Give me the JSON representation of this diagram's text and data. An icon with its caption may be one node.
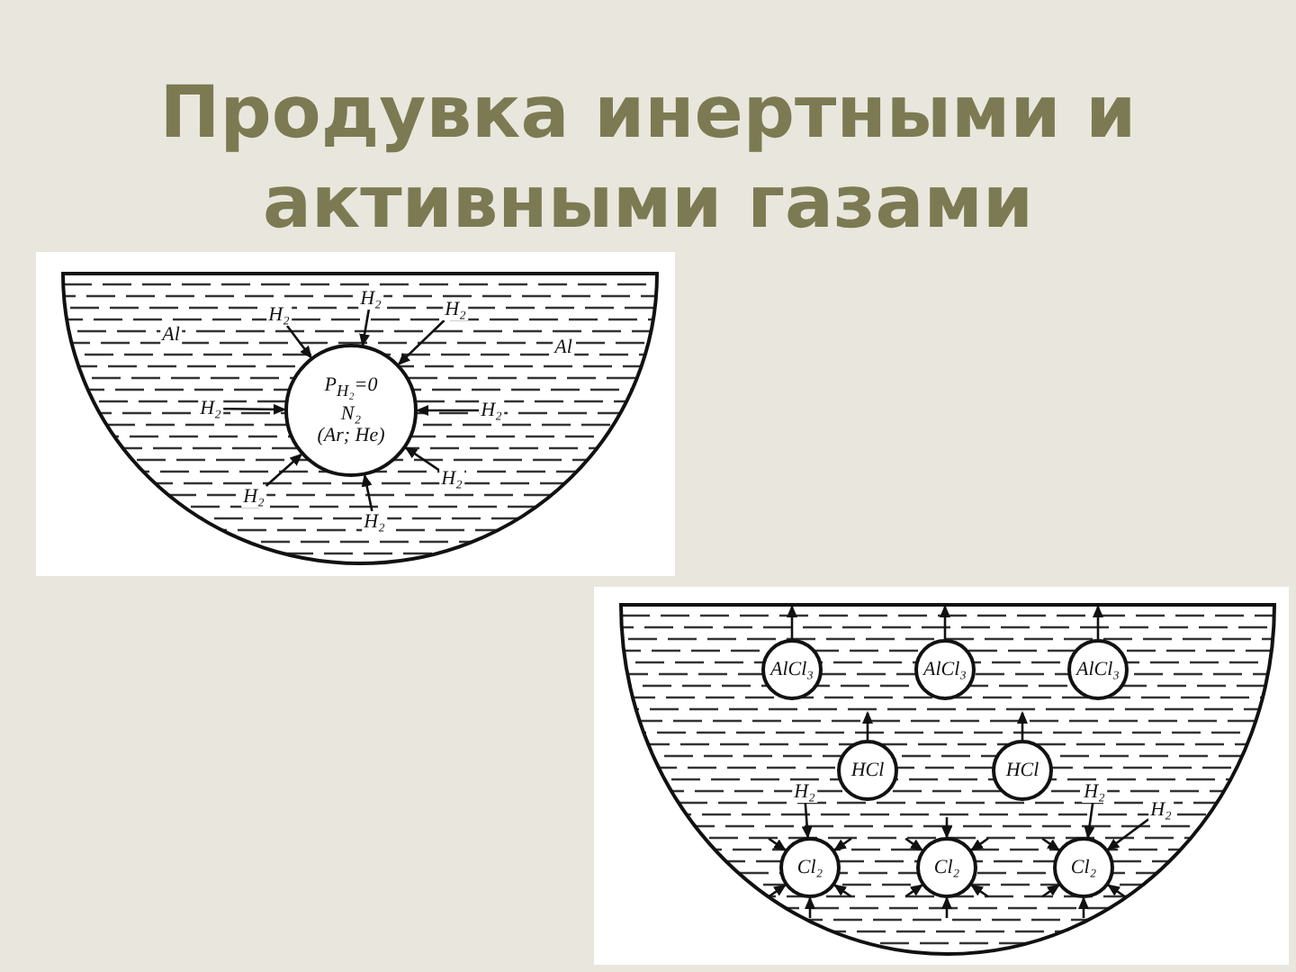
{
  "diagram": {
    "title": "Продувка инертными и активными газами",
    "nodes": [
      {
        "text": [
          "P$_{H₂}$=0",
          "N₂",
          "(Ar; He)"
        ]
      },
      {
        "text": [
          "H₂"
        ]
      },
      {
        "text": [
          "H₂"
        ]
      },
      {
        "text": [
          "H₂"
        ]
      },
      {
        "text": [
          "H₂"
        ]
      },
      {
        "text": [
          "H₂"
        ]
      },
      {
        "text": [
          "H₂"
        ]
      },
      {
        "text": [
          "H₂"
        ]
      },
      {
        "text": [
          "H₂"
        ]
      },
      {
        "text": [
          "AlCl₃"
        ]
      },
      {
        "text": [
          "AlCl₃"
        ]
      },
      {
        "text": [
          "AlCl₃"
        ]
      },
      {
        "text": [
          "HCl"
        ]
      },
      {
        "text": [
          "HCl"
        ]
      },
      {
        "text": [
          "Cl₂"
        ]
      },
      {
        "text": [
          "Cl₂"
        ]
      },
      {
        "text": [
          "Cl₂"
        ]
      },
      {
        "text": [
          "H₂"
        ]
      },
      {
        "text": [
          "H₂"
        ]
      },
      {
        "text": [
          "H₂"
        ]
      }
    ],
    "edges": [
      {
        "from": 1,
        "to": 0,
        "arrow": "to"
      },
      {
        "from": 2,
        "to": 0,
        "arrow": "to"
      },
      {
        "from": 3,
        "to": 0,
        "arrow": "to"
      },
      {
        "from": 4,
        "to": 0,
        "arrow": "to"
      },
      {
        "from": 5,
        "to": 0,
        "arrow": "to"
      },
      {
        "from": 6,
        "to": 0,
        "arrow": "to"
      },
      {
        "from": 7,
        "to": 0,
        "arrow": "to"
      },
      {
        "from": 8,
        "to": 0,
        "arrow": "to"
      },
      {
        "from": 9,
        "to": null,
        "arrow": "to"
      },
      {
        "from": 10,
        "to": null,
        "arrow": "to"
      },
      {
        "from": 11,
        "to": null,
        "arrow": "to"
      },
      {
        "from": 12,
        "to": null,
        "arrow": "to"
      },
      {
        "from": 13,
        "to": null,
        "arrow": "to"
      },
      {
        "from": 17,
        "to": 14,
        "arrow": "to"
      },
      {
        "from": null,
        "to": 14,
        "arrow": "to"
      },
      {
        "from": null,
        "to": 14,
        "arrow": "to"
      },
      {
        "from": null,
        "to": 14,
        "arrow": "to"
      },
      {
        "from": null,
        "to": 14,
        "arrow": "to"
      },
      {
        "from": null,
        "to": 14,
        "arrow": "to"
      },
      {
        "from": null,
        "to": 15,
        "arrow": "to"
      },
      {
        "from": null,
        "to": 15,
        "arrow": "to"
      },
      {
        "from": null,
        "to": 15,
        "arrow": "to"
      },
      {
        "from": null,
        "to": 15,
        "arrow": "to"
      },
      {
        "from": null,
        "to": 15,
        "arrow": "to"
      },
      {
        "from": null,
        "to": 15,
        "arrow": "to"
      },
      {
        "from": 18,
        "to": 16,
        "arrow": "to"
      },
      {
        "from": 19,
        "to": 16,
        "arrow": "to"
      },
      {
        "from": null,
        "to": 16,
        "arrow": "to"
      },
      {
        "from": null,
        "to": 16,
        "arrow": "to"
      },
      {
        "from": null,
        "to": 16,
        "arrow": "to"
      },
      {
        "from": null,
        "to": 16,
        "arrow": "to"
      }
    ],
    "labels": [
      "Al",
      "Al"
    ]
  }
}
